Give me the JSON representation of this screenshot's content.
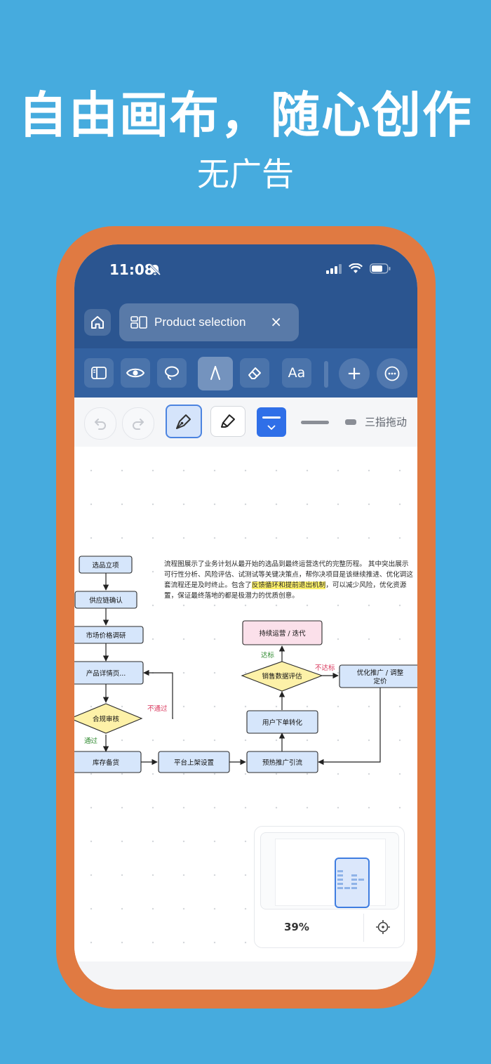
{
  "promo": {
    "headline": "自由画布，随心创作",
    "subline": "无广告"
  },
  "status_bar": {
    "time": "11:08"
  },
  "document_tab": {
    "title": "Product selection",
    "close": "×"
  },
  "toolbar": {
    "text_tool_label": "Aa",
    "add_label": "+"
  },
  "pen_bar": {
    "gesture_hint": "三指拖动",
    "selected_color": "#2f6fe8"
  },
  "canvas": {
    "note_pre": "流程图展示了业务计划从最开始的选品到最终运营迭代的完整历程。 其中突出展示可行性分析、风险评估、试测试等关键决策点，帮你决项目是该继续推进、优化调这套流程还是及时终止。包含了",
    "note_highlight": "反馈循环和提前退出机制",
    "note_post": "，可以减少风险，优化资源置，保证最终落地的都是极潜力的优质创意。",
    "flow": {
      "nodes": {
        "select": "选品立项",
        "supply": "供应链确认",
        "market": "市场价格调研",
        "detail": "产品详情页...",
        "compliance": "合规审核",
        "stock": "库存备货",
        "listing": "平台上架设置",
        "warmup": "预热推广引流",
        "convert": "用户下单转化",
        "evaluate": "销售数据评估",
        "operate": "持续运营 / 迭代",
        "optimize_1": "优化推广 / 调整",
        "optimize_2": "定价"
      },
      "labels": {
        "fail": "不通过",
        "pass": "通过",
        "reach": "达标",
        "miss": "不达标"
      }
    }
  },
  "minimap": {
    "zoom": "39%"
  }
}
